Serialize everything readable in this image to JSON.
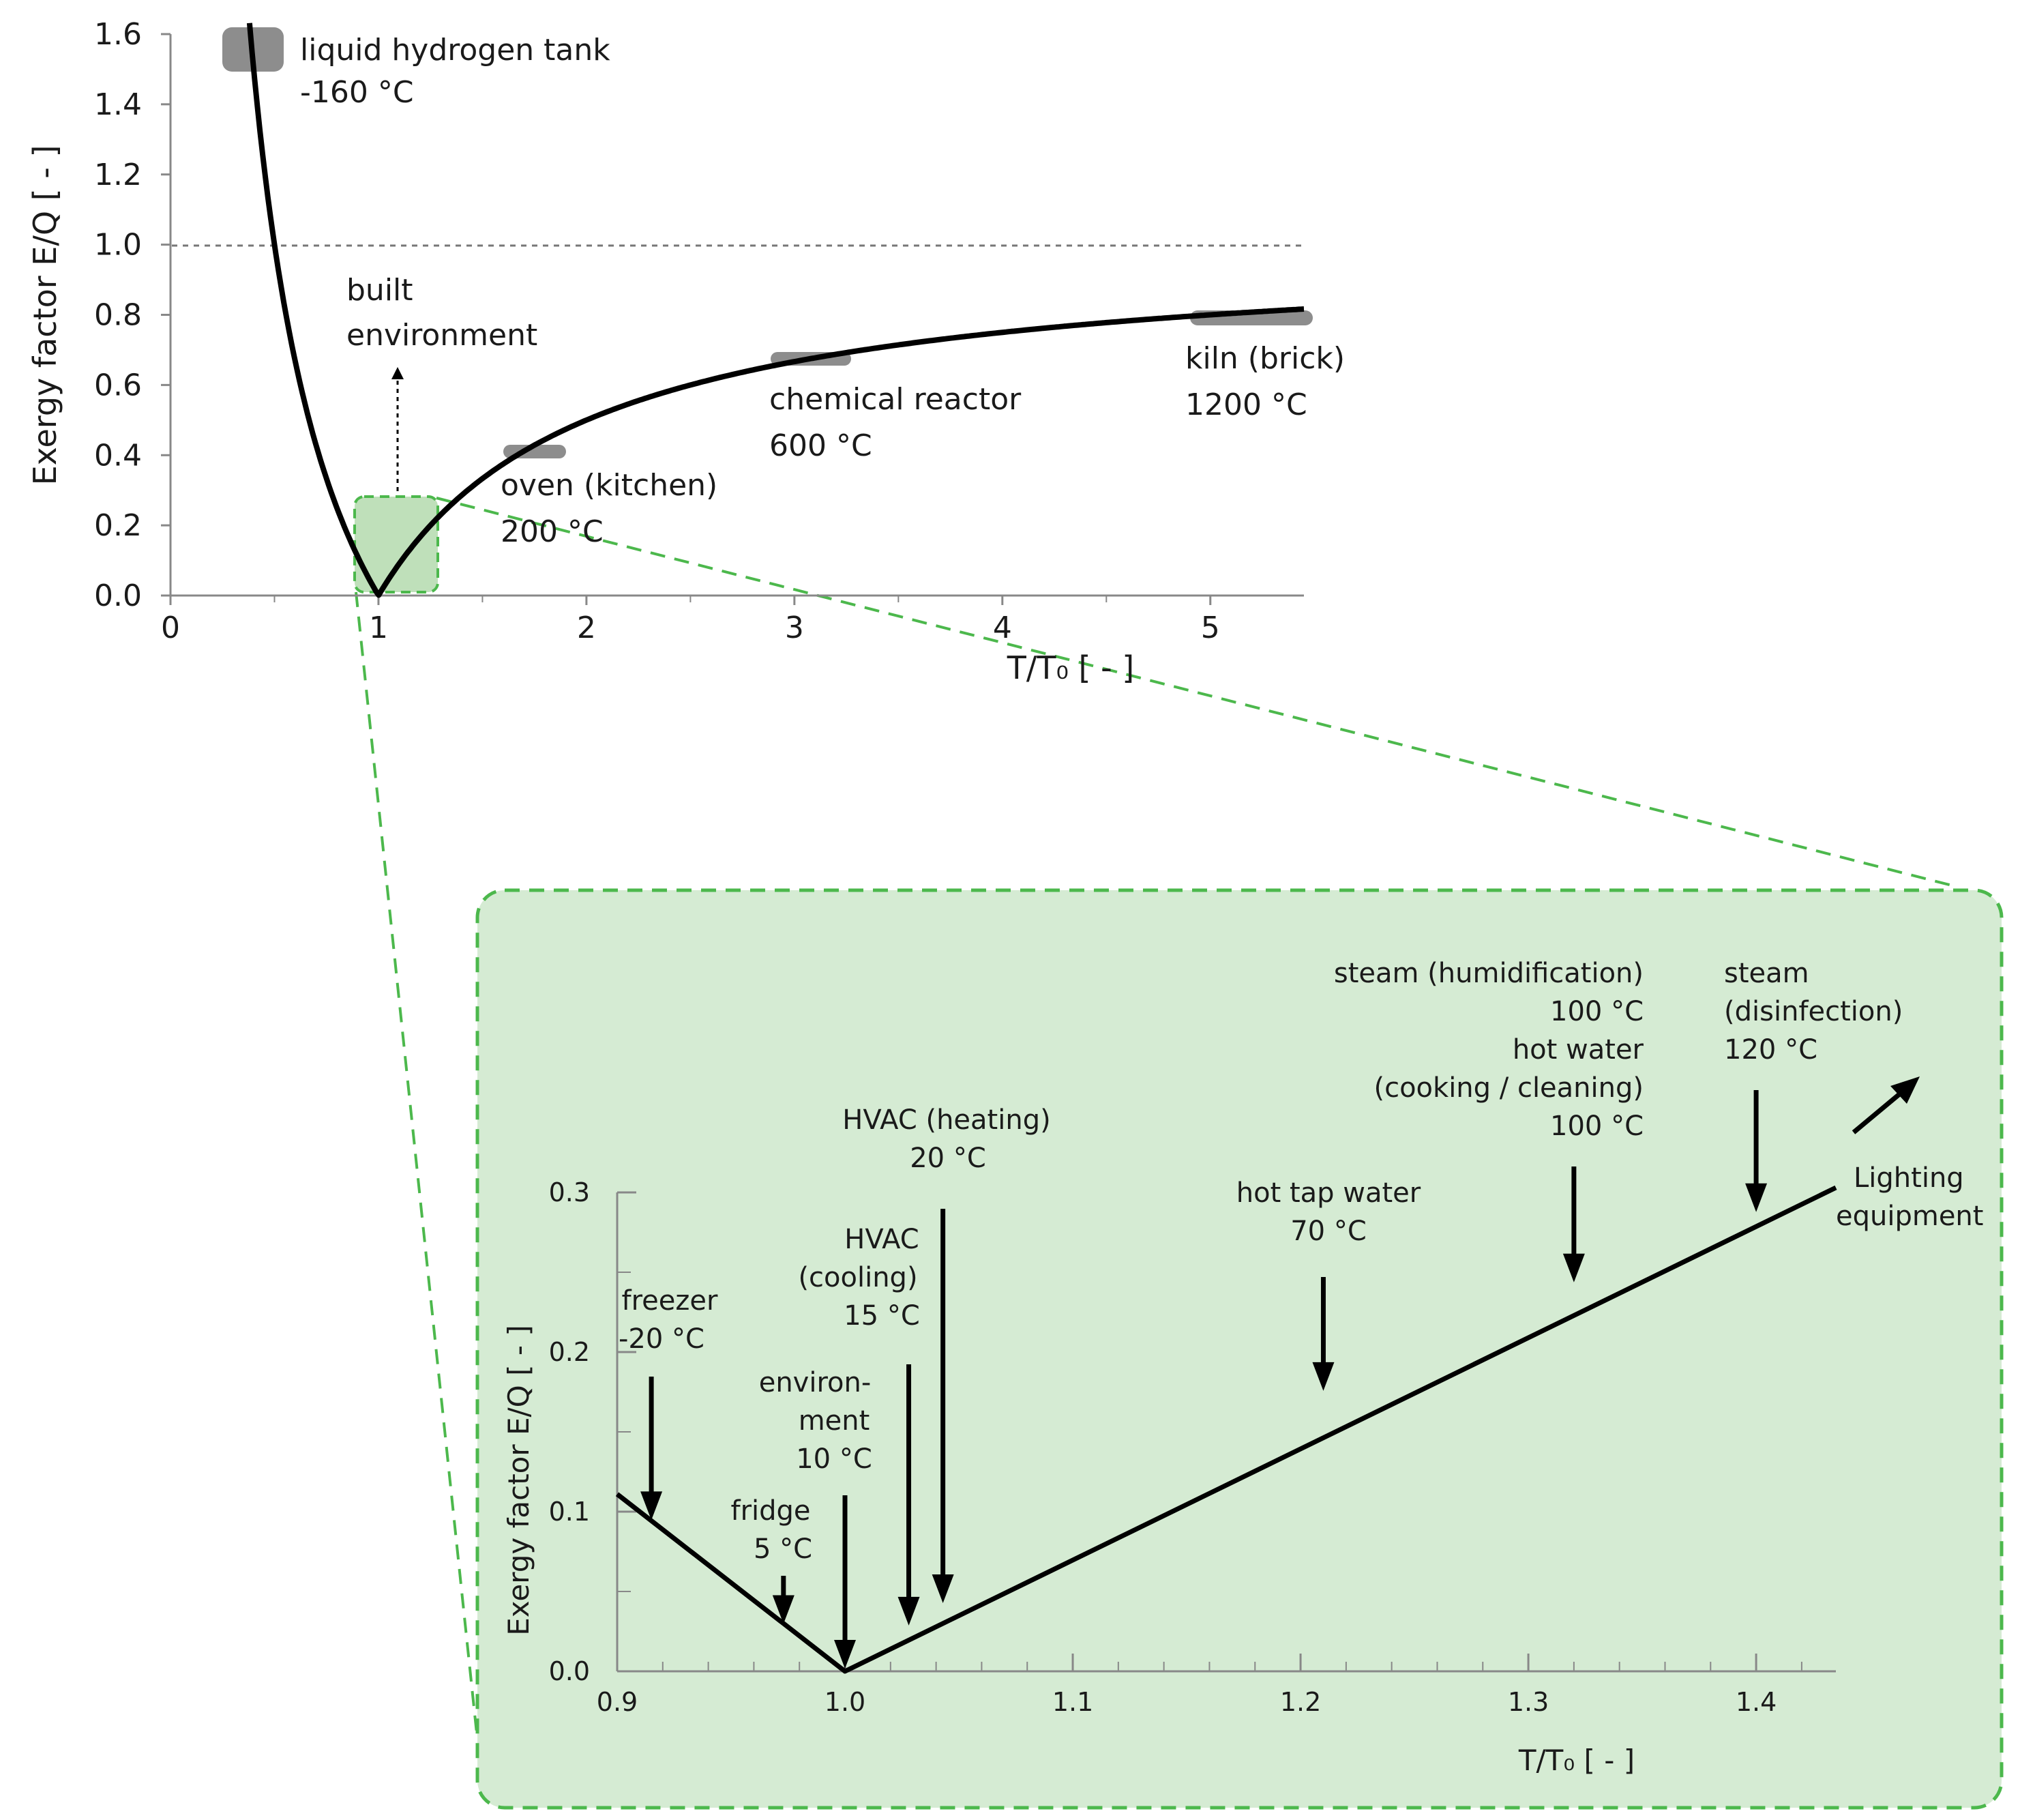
{
  "chart_data": [
    {
      "type": "line",
      "xlabel": "T/T₀ [ - ]",
      "ylabel": "Exergy factor E/Q [ - ]",
      "xlim": [
        0,
        5.45
      ],
      "ylim": [
        0,
        1.6
      ],
      "xticks": [
        "0",
        "1",
        "2",
        "3",
        "4",
        "5"
      ],
      "yticks": [
        "0.0",
        "0.2",
        "0.4",
        "0.6",
        "0.8",
        "1.0",
        "1.2",
        "1.4",
        "1.6"
      ],
      "reference_line_y": 1.0,
      "series": [
        {
          "x": [
            0.38,
            0.45,
            0.5,
            0.6,
            0.7,
            0.8,
            0.9,
            1.0,
            1.2,
            1.5,
            2.0,
            2.5,
            3.0,
            3.5,
            4.0,
            4.5,
            5.0,
            5.45
          ],
          "y": [
            1.63,
            1.22,
            1.0,
            0.667,
            0.429,
            0.25,
            0.111,
            0.0,
            0.167,
            0.333,
            0.5,
            0.6,
            0.667,
            0.714,
            0.75,
            0.778,
            0.8,
            0.817
          ]
        }
      ],
      "annotations": [
        {
          "label": [
            "liquid hydrogen tank",
            "-160 °C"
          ],
          "x": 0.39,
          "y": 1.55
        },
        {
          "label": [
            "oven (kitchen)",
            "200 °C"
          ],
          "x": 1.73,
          "y": 0.4
        },
        {
          "label": [
            "chemical reactor",
            "600 °C"
          ],
          "x": 3.1,
          "y": 0.665
        },
        {
          "label": [
            "kiln (brick)",
            "1200 °C"
          ],
          "x": 5.1,
          "y": 0.8
        },
        {
          "label": [
            "built",
            "environment"
          ],
          "x": 1.1,
          "y": 0.6
        }
      ]
    },
    {
      "type": "line",
      "xlabel": "T/T₀ [ - ]",
      "ylabel": "Exergy factor E/Q [ - ]",
      "xlim": [
        0.9,
        1.435
      ],
      "ylim": [
        0,
        0.3
      ],
      "xticks": [
        "0.9",
        "1.0",
        "1.1",
        "1.2",
        "1.3",
        "1.4"
      ],
      "yticks": [
        "0.0",
        "0.1",
        "0.2",
        "0.3"
      ],
      "series": [
        {
          "x": [
            0.9,
            1.0,
            1.435
          ],
          "y": [
            0.111,
            0.0,
            0.303
          ]
        }
      ],
      "annotations": [
        {
          "label": [
            "freezer",
            "-20 °C"
          ],
          "x": 0.915,
          "y": 0.093
        },
        {
          "label": [
            "fridge",
            "5 °C"
          ],
          "x": 0.973,
          "y": 0.028
        },
        {
          "label": [
            "environ-",
            "ment",
            "10 °C"
          ],
          "x": 1.0,
          "y": 0.0
        },
        {
          "label": [
            "HVAC",
            "(cooling)",
            "15 °C"
          ],
          "x": 1.028,
          "y": 0.027
        },
        {
          "label": [
            "HVAC (heating)",
            "20 °C"
          ],
          "x": 1.043,
          "y": 0.041
        },
        {
          "label": [
            "hot tap water",
            "70 °C"
          ],
          "x": 1.21,
          "y": 0.174
        },
        {
          "label": [
            "steam (humidification)",
            "100 °C",
            "hot water",
            "(cooking / cleaning)",
            "100 °C"
          ],
          "x": 1.32,
          "y": 0.242
        },
        {
          "label": [
            "steam",
            "(disinfection)",
            "120 °C"
          ],
          "x": 1.4,
          "y": 0.286
        },
        {
          "label": [
            "Lighting",
            "equipment"
          ],
          "x": 1.43,
          "y": 0.3
        }
      ]
    }
  ]
}
